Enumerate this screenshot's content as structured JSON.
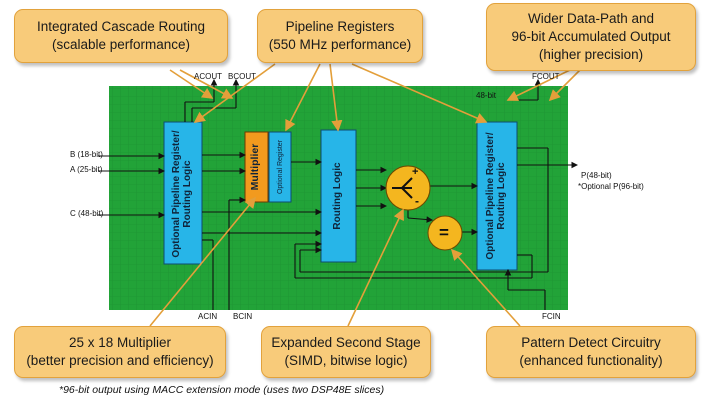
{
  "callouts": {
    "cascade": {
      "line1": "Integrated Cascade Routing",
      "line2": "(scalable performance)"
    },
    "pipeline": {
      "line1": "Pipeline Registers",
      "line2": "(550 MHz performance)"
    },
    "datapath": {
      "line1": "Wider Data-Path and",
      "line2": "96-bit Accumulated Output",
      "line3": "(higher precision)"
    },
    "multiplier": {
      "line1": "25 x 18 Multiplier",
      "line2": "(better precision and efficiency)"
    },
    "second_stage": {
      "line1": "Expanded Second Stage",
      "line2": "(SIMD, bitwise logic)"
    },
    "pattern": {
      "line1": "Pattern Detect Circuitry",
      "line2": "(enhanced functionality)"
    }
  },
  "signals": {
    "acout": "ACOUT",
    "bcout": "BCOUT",
    "fcout": "FCOUT",
    "acin": "ACIN",
    "bcin": "BCIN",
    "fcin": "FCIN",
    "b_in": "B (18-bit)",
    "a_in": "A (25-bit)",
    "c_in": "C (48-bit)",
    "bus_48": "48-bit",
    "p_out": "P(48-bit)",
    "p_opt": "*Optional P(96-bit)"
  },
  "blocks": {
    "input_reg_line1": "Optional Pipeline Register/",
    "input_reg_line2": "Routing Logic",
    "mult_label": "Multiplier",
    "mult_reg": "Optional Register",
    "routing": "Routing Logic",
    "output_reg_line1": "Optional Pipeline Register/",
    "output_reg_line2": "Routing Logic",
    "plus": "+",
    "minus": "-",
    "equals": "="
  },
  "footnote": {
    "pre": "*96-bit output using ",
    "macc": "MACC",
    "post": " extension mode (uses two DSP48E slices)"
  },
  "colors": {
    "board": "#22a338",
    "block_blue": "#27b5e8",
    "multiplier_orange": "#f29a1e",
    "callout_fill": "#f8cb7a",
    "alu_yellow": "#f4b61f"
  }
}
